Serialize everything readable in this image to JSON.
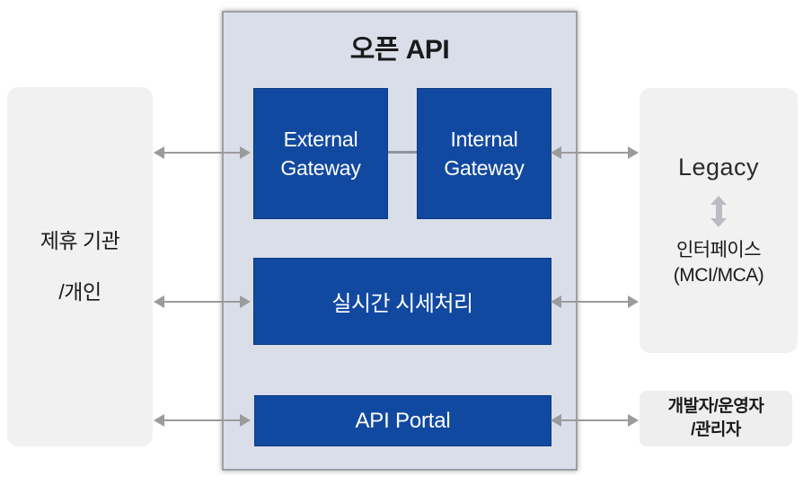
{
  "colors": {
    "primary_blue": "#1249a0",
    "container_bg": "#d9dee9",
    "container_border": "#9aa0a8",
    "panel_gray": "#f1f1f2",
    "arrow_gray": "#9b9b9b",
    "connector_gray": "#8f949c",
    "varrow_gray": "#b9bcc0",
    "text_dark": "#1a1a1a"
  },
  "left_panel": {
    "line1": "제휴 기관",
    "line2": "/개인"
  },
  "open_api": {
    "title": "오픈 API",
    "external_gateway": {
      "line1": "External",
      "line2": "Gateway"
    },
    "internal_gateway": {
      "line1": "Internal",
      "line2": "Gateway"
    },
    "realtime_label": "실시간 시세처리",
    "portal_label": "API Portal"
  },
  "legacy_panel": {
    "title": "Legacy",
    "interface_line1": "인터페이스",
    "interface_line2": "(MCI/MCA)"
  },
  "dev_panel": {
    "line1": "개발자/운영자",
    "line2": "/관리자"
  }
}
